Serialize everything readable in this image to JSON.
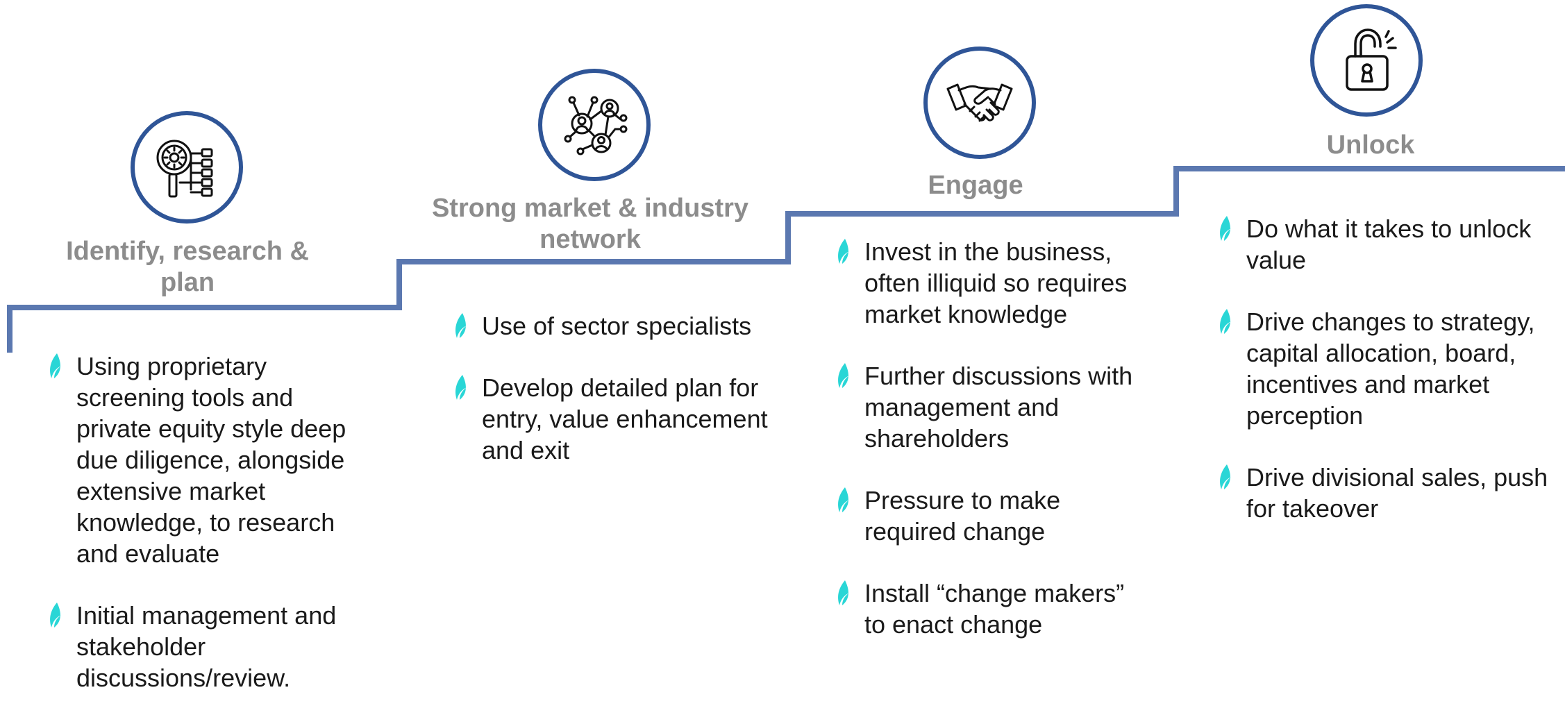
{
  "colors": {
    "accent": "#2f5597",
    "line": "#5b78b0",
    "title": "#8c8c8c",
    "bullet": "#29d6d6",
    "text": "#1a1a1a"
  },
  "steps": [
    {
      "icon": "search-gear-network-icon",
      "title": "Identify, research & plan",
      "bullets": [
        "Using proprietary screening tools and private equity style deep due diligence, alongside extensive market knowledge, to research and evaluate",
        "Initial management and stakeholder discussions/review."
      ]
    },
    {
      "icon": "people-network-icon",
      "title": "Strong market & industry network",
      "bullets": [
        "Use of sector specialists",
        "Develop detailed plan for entry, value enhancement and exit"
      ]
    },
    {
      "icon": "handshake-icon",
      "title": "Engage",
      "bullets": [
        "Invest in the business, often illiquid so requires market knowledge",
        "Further discussions with management and shareholders",
        "Pressure to make required change",
        "Install “change makers” to enact change"
      ]
    },
    {
      "icon": "unlocked-padlock-icon",
      "title": "Unlock",
      "bullets": [
        "Do what it takes to unlock value",
        "Drive changes to strategy, capital allocation, board, incentives and market perception",
        "Drive divisional sales, push for takeover"
      ]
    }
  ]
}
